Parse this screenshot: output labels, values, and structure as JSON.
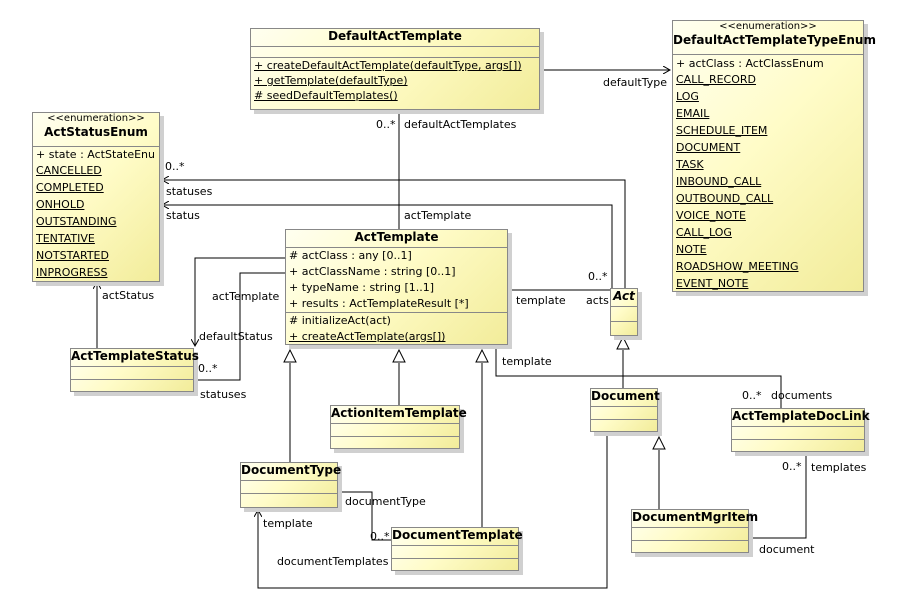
{
  "classes": {
    "default_act_template": {
      "name": "DefaultActTemplate",
      "operations": [
        "+ createDefaultActTemplate(defaultType, args[])",
        "+ getTemplate(defaultType)",
        "# seedDefaultTemplates()"
      ]
    },
    "default_act_template_type_enum": {
      "stereotype": "<<enumeration>>",
      "name": "DefaultActTemplateTypeEnum",
      "attribute": "+ actClass : ActClassEnum",
      "literals": [
        "CALL_RECORD",
        "LOG",
        "EMAIL",
        "SCHEDULE_ITEM",
        "DOCUMENT",
        "TASK",
        "INBOUND_CALL",
        "OUTBOUND_CALL",
        "VOICE_NOTE",
        "CALL_LOG",
        "NOTE",
        "ROADSHOW_MEETING",
        "EVENT_NOTE"
      ]
    },
    "act_status_enum": {
      "stereotype": "<<enumeration>>",
      "name": "ActStatusEnum",
      "attribute": "+ state : ActStateEnum",
      "literals": [
        "CANCELLED",
        "COMPLETED",
        "ONHOLD",
        "OUTSTANDING",
        "TENTATIVE",
        "NOTSTARTED",
        "INPROGRESS"
      ]
    },
    "act_template": {
      "name": "ActTemplate",
      "attributes": [
        "# actClass : any [0..1]",
        "+ actClassName : string [0..1]",
        "+ typeName : string [1..1]",
        "+ results : ActTemplateResult [*]"
      ],
      "operations": [
        "# initializeAct(act)",
        "+ createActTemplate(args[])"
      ]
    },
    "act": {
      "name": "Act"
    },
    "act_template_status": {
      "name": "ActTemplateStatus"
    },
    "action_item_template": {
      "name": "ActionItemTemplate"
    },
    "document": {
      "name": "Document"
    },
    "act_template_doc_link": {
      "name": "ActTemplateDocLink"
    },
    "document_type": {
      "name": "DocumentType"
    },
    "document_template": {
      "name": "DocumentTemplate"
    },
    "document_mgr_item": {
      "name": "DocumentMgrItem"
    }
  },
  "labels": {
    "default_type": "defaultType",
    "default_act_templates_mult": "0..*",
    "default_act_templates": "defaultActTemplates",
    "statuses_mult": "0..*",
    "statuses_top": "statuses",
    "status": "status",
    "act_template_role": "actTemplate",
    "acts_mult": "0..*",
    "acts": "acts",
    "template_right": "template",
    "act_status": "actStatus",
    "act_template_role_left": "actTemplate",
    "default_status": "defaultStatus",
    "statuses_mult_bottom": "0..*",
    "statuses_bottom": "statuses",
    "template_lower": "template",
    "documents_mult": "0..*",
    "documents": "documents",
    "templates_mult": "0..*",
    "templates": "templates",
    "document": "document",
    "document_type_role": "documentType",
    "template_left": "template",
    "document_templates_mult": "0..*",
    "document_templates": "documentTemplates"
  }
}
